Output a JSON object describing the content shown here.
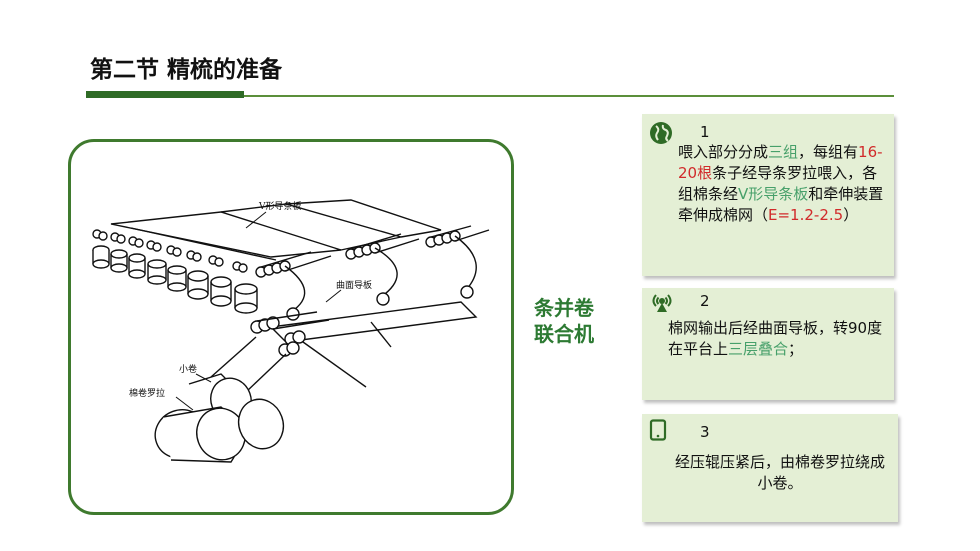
{
  "header": {
    "title": "第二节 精梳的准备"
  },
  "diagram": {
    "labels": {
      "v_board": "V形导条板",
      "curved_board": "曲面导板",
      "small_lap": "小卷",
      "lap_roller": "棉卷罗拉"
    }
  },
  "center_label": {
    "line1": "条并卷",
    "line2": "联合机"
  },
  "cards": [
    {
      "number": "1",
      "icon": "globe-icon",
      "parts": [
        {
          "t": "喂入部分分成",
          "c": ""
        },
        {
          "t": "三组",
          "c": "green"
        },
        {
          "t": "，每组有",
          "c": ""
        },
        {
          "t": "16-20根",
          "c": "red"
        },
        {
          "t": "条子经导条罗拉喂入，各组棉条经",
          "c": ""
        },
        {
          "t": "V形导条板",
          "c": "green"
        },
        {
          "t": "和牵伸装置牵伸成棉网（",
          "c": ""
        },
        {
          "t": "E=1.2-2.5",
          "c": "red"
        },
        {
          "t": "）",
          "c": ""
        }
      ]
    },
    {
      "number": "2",
      "icon": "broadcast-icon",
      "parts": [
        {
          "t": "棉网输出后经曲面导板，转90度在平台上",
          "c": ""
        },
        {
          "t": "三层叠合",
          "c": "green"
        },
        {
          "t": "；",
          "c": ""
        }
      ]
    },
    {
      "number": "3",
      "icon": "tablet-icon",
      "parts": [
        {
          "t": "经压辊压紧后，由棉卷罗拉绕成小卷。",
          "c": ""
        }
      ]
    }
  ],
  "colors": {
    "accent": "#2f6b26",
    "card_bg": "#e4efd5",
    "highlight_green": "#47a06a",
    "highlight_red": "#d12a2a"
  }
}
